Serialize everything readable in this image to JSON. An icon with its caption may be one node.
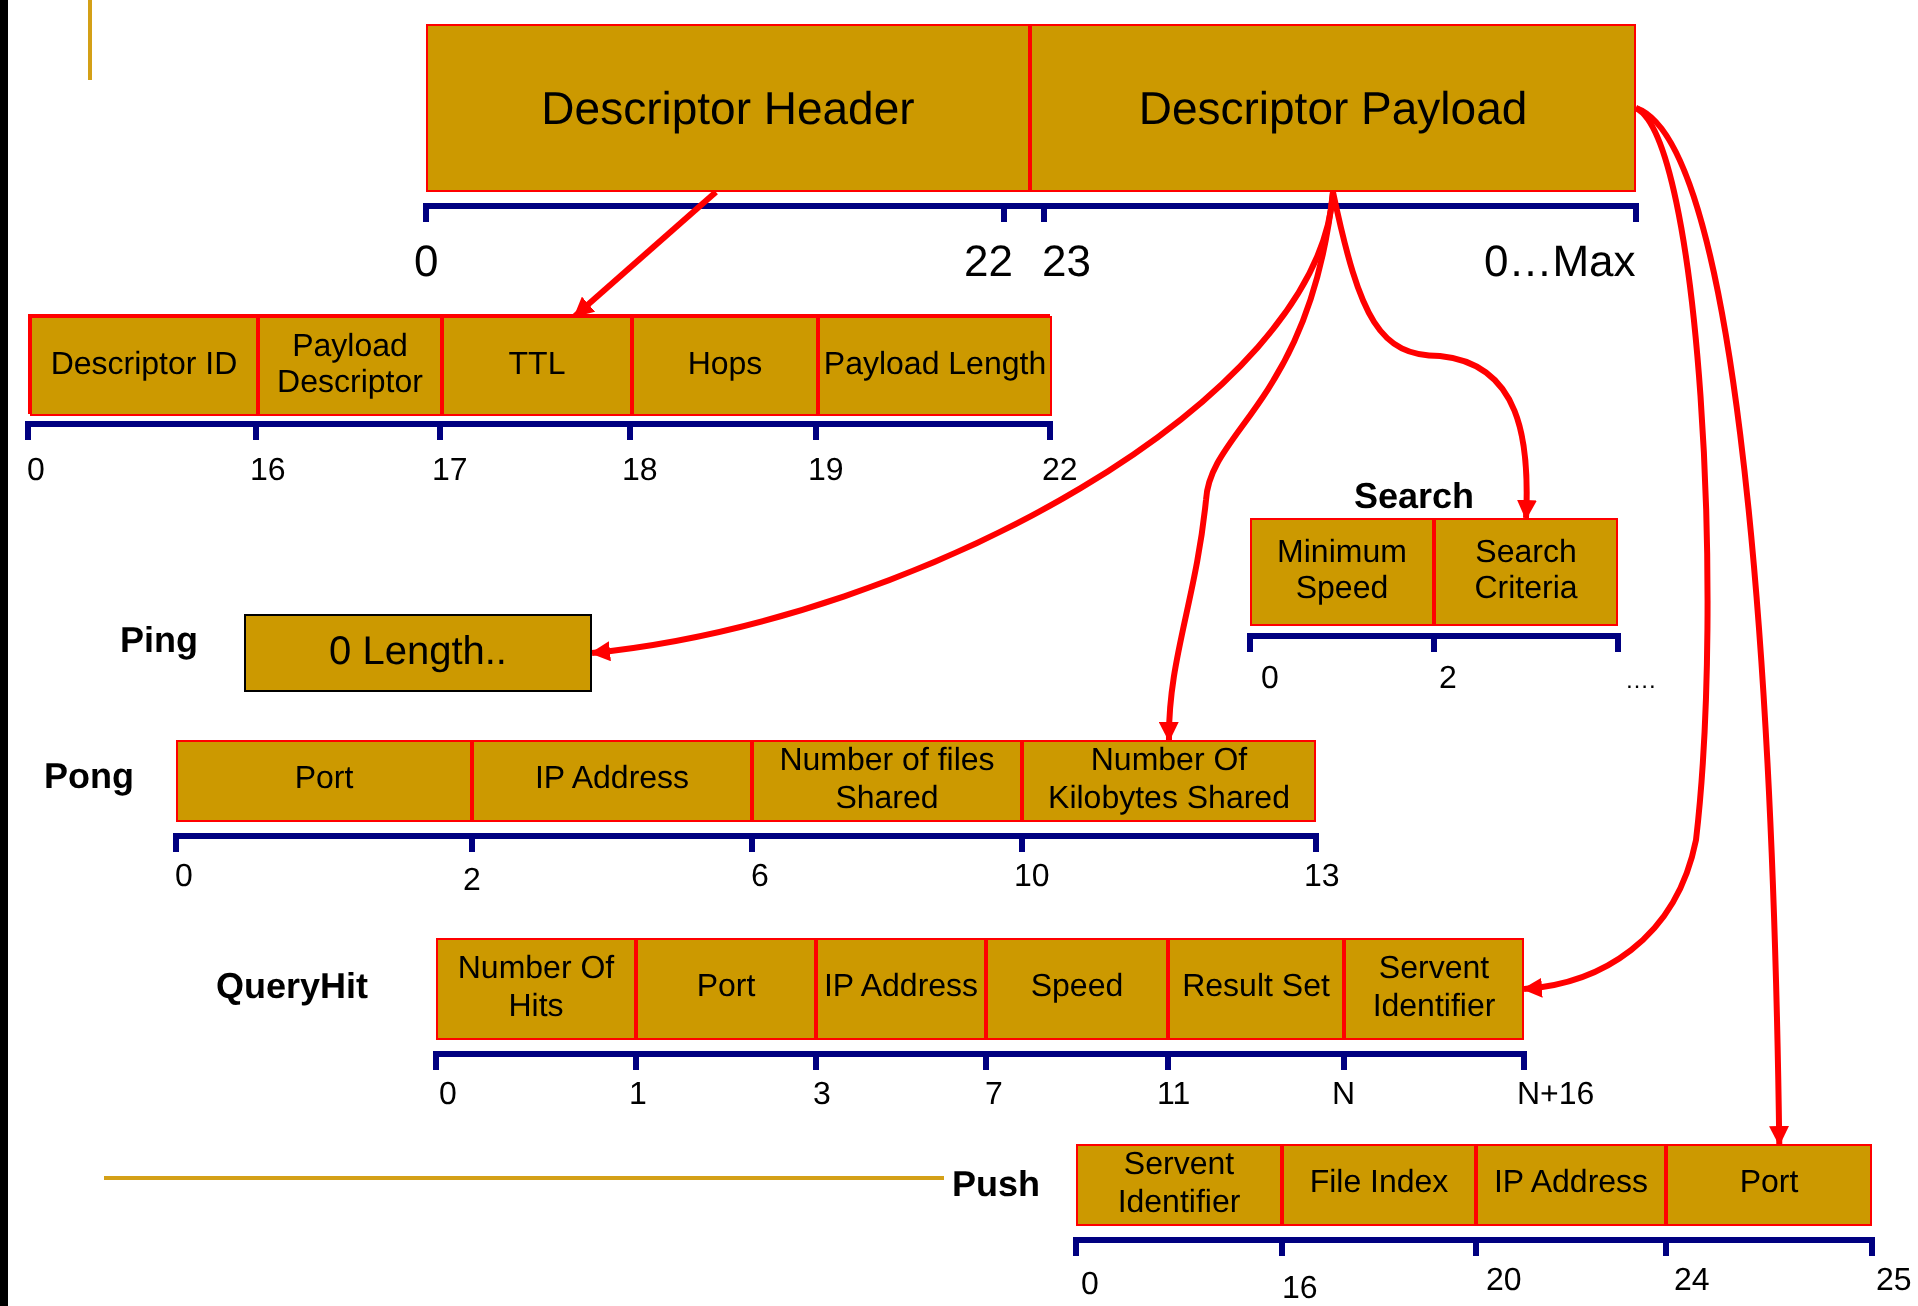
{
  "diagram": {
    "nodes": [
      {
        "text": [
          "Descriptor Header"
        ]
      },
      {
        "text": [
          "Descriptor Payload"
        ]
      },
      {
        "text": [],
        "shape": "box"
      },
      {
        "text": [
          "Descriptor ID"
        ],
        "in": 2
      },
      {
        "text": [
          "Payload Descriptor"
        ],
        "in": 2
      },
      {
        "text": [
          "TTL"
        ],
        "in": 2
      },
      {
        "text": [
          "Hops"
        ],
        "in": 2
      },
      {
        "text": [
          "Payload Length"
        ],
        "in": 2
      },
      {
        "text": [
          "Search"
        ]
      },
      {
        "text": [
          "Minimum Speed"
        ],
        "in": 8
      },
      {
        "text": [
          "Search Criteria"
        ],
        "in": 8
      },
      {
        "text": [
          "Ping"
        ]
      },
      {
        "text": [
          "0 Length.."
        ],
        "in": 11
      },
      {
        "text": [
          "Pong"
        ]
      },
      {
        "text": [
          "Port"
        ],
        "in": 13
      },
      {
        "text": [
          "IP Address"
        ],
        "in": 13
      },
      {
        "text": [
          "Number of files Shared"
        ],
        "in": 13
      },
      {
        "text": [
          "Number Of Kilobytes Shared"
        ],
        "in": 13
      },
      {
        "text": [
          "QueryHit"
        ]
      },
      {
        "text": [
          "Number Of Hits"
        ],
        "in": 18
      },
      {
        "text": [
          "Port"
        ],
        "in": 18
      },
      {
        "text": [
          "IP Address"
        ],
        "in": 18
      },
      {
        "text": [
          "Speed"
        ],
        "in": 18
      },
      {
        "text": [
          "Result Set"
        ],
        "in": 18
      },
      {
        "text": [
          "Servent Identifier"
        ],
        "in": 18
      },
      {
        "text": [
          "Push"
        ]
      },
      {
        "text": [
          "Servent Identifier"
        ],
        "in": 25
      },
      {
        "text": [
          "File Index"
        ],
        "in": 25
      },
      {
        "text": [
          "IP Address"
        ],
        "in": 25
      },
      {
        "text": [
          "Port"
        ],
        "in": 25
      }
    ],
    "edges": [
      {
        "from": 0,
        "to": 5,
        "arrow": "to"
      },
      {
        "from": 1,
        "to": 12,
        "arrow": "to"
      },
      {
        "from": 1,
        "to": 17,
        "arrow": "to"
      },
      {
        "from": 1,
        "to": 10,
        "arrow": "to"
      },
      {
        "from": 1,
        "to": 24,
        "arrow": "to"
      },
      {
        "from": 1,
        "to": 29,
        "arrow": "to"
      }
    ],
    "labels": [
      "0",
      "22",
      "23",
      "0…Max",
      "0",
      "16",
      "17",
      "18",
      "19",
      "22",
      "0",
      "2",
      "….",
      "0",
      "2",
      "6",
      "10",
      "13",
      "0",
      "1",
      "3",
      "7",
      "11",
      "N",
      "N+16",
      "0",
      "16",
      "20",
      "24",
      "25"
    ]
  }
}
